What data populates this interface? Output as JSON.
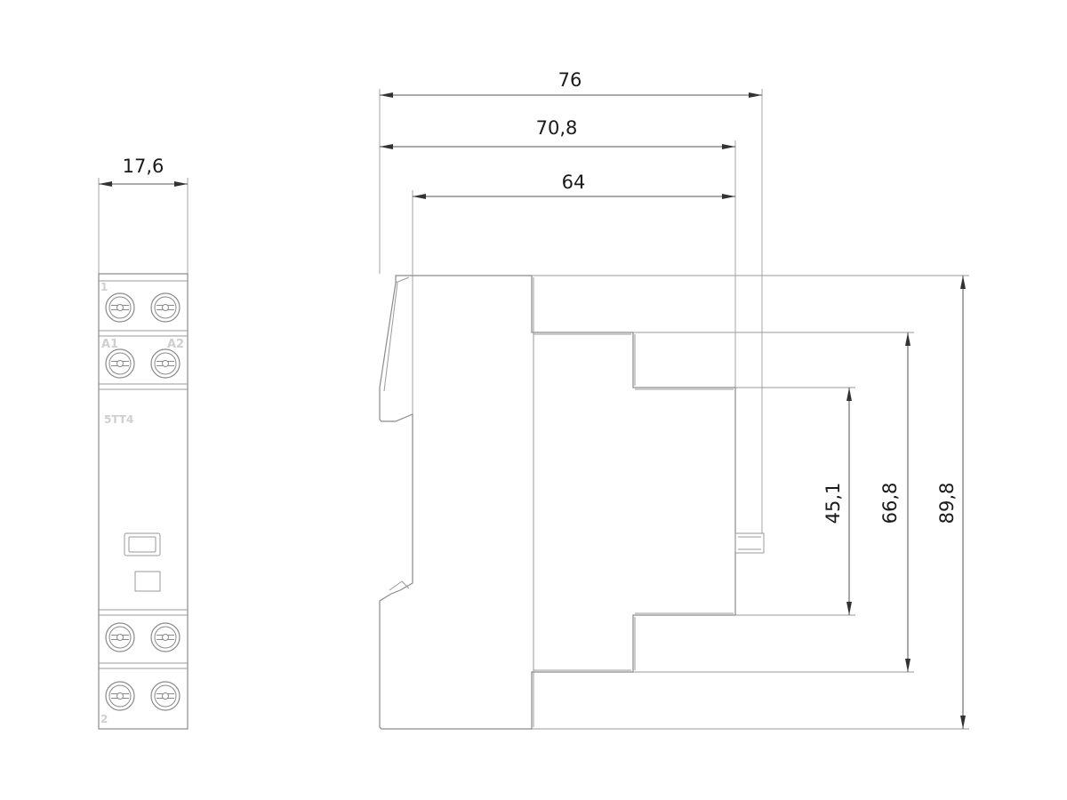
{
  "front_view": {
    "width_dim": "17,6",
    "terminal_top": "1",
    "terminal_a1": "A1",
    "terminal_a2": "A2",
    "terminal_bottom": "2",
    "model_label": "5TT4"
  },
  "side_view": {
    "dim_width_overall": "76",
    "dim_width_mid": "70,8",
    "dim_width_inner": "64",
    "dim_height_inner": "45,1",
    "dim_height_mid": "66,8",
    "dim_height_overall": "89,8"
  },
  "colors": {
    "outline": "#8a8a8a",
    "dimension": "#333333",
    "text": "#1a1a1a"
  }
}
